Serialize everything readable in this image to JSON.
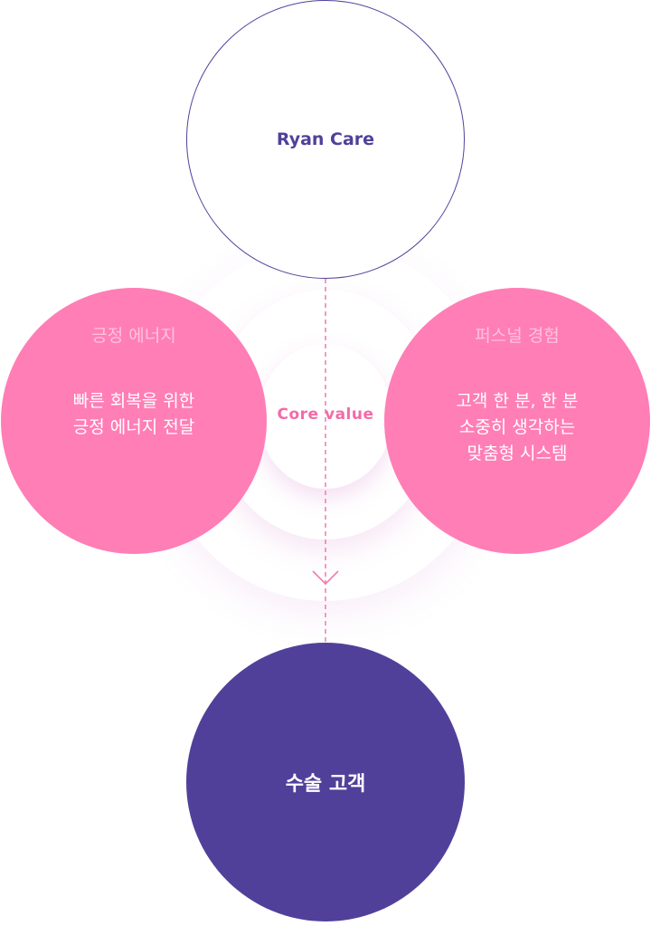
{
  "top_node": {
    "label": "Ryan Care"
  },
  "core": {
    "label": "Core value"
  },
  "left_node": {
    "heading": "긍정 에너지",
    "lines": [
      "빠른 회복을 위한",
      "긍정 에너지 전달"
    ]
  },
  "right_node": {
    "heading": "퍼스널 경험",
    "lines": [
      "고객 한 분, 한 분",
      "소중히 생각하는",
      "맞춤형 시스템"
    ]
  },
  "bottom_node": {
    "label": "수술 고객"
  },
  "colors": {
    "brand_purple": "#51409a",
    "pink": "#ff7eb6",
    "pink_light_text": "#ffc2dd",
    "core_pink": "#f46aa8",
    "connector": "#f07ab0"
  },
  "icons": {
    "connector_arrow": "chevron-down-icon"
  }
}
